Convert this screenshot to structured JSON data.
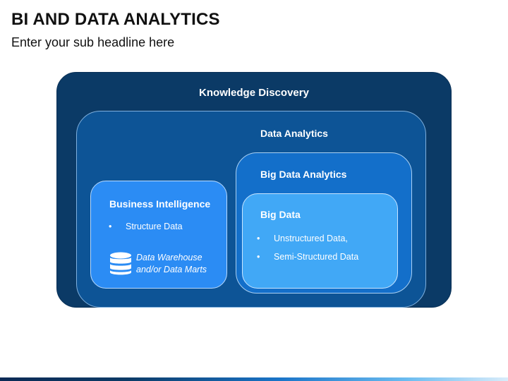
{
  "header": {
    "title": "BI AND DATA ANALYTICS",
    "subtitle": "Enter your sub headline here"
  },
  "diagram": {
    "knowledge_discovery": {
      "label": "Knowledge Discovery",
      "color": "#0b3a66"
    },
    "data_analytics": {
      "label": "Data Analytics",
      "color": "#0d5496"
    },
    "big_data_analytics": {
      "label": "Big Data Analytics",
      "color": "#136fca"
    },
    "big_data": {
      "label": "Big Data",
      "color": "#41a8f6",
      "bullets": [
        "Unstructured Data,",
        "Semi-Structured Data"
      ]
    },
    "business_intelligence": {
      "label": "Business Intelligence",
      "color": "#2b8cf4",
      "bullets": [
        "Structure Data"
      ],
      "storage_icon": "database-icon",
      "storage_line1": "Data Warehouse",
      "storage_line2": "and/or Data Marts"
    },
    "bullet_glyph": "•"
  }
}
